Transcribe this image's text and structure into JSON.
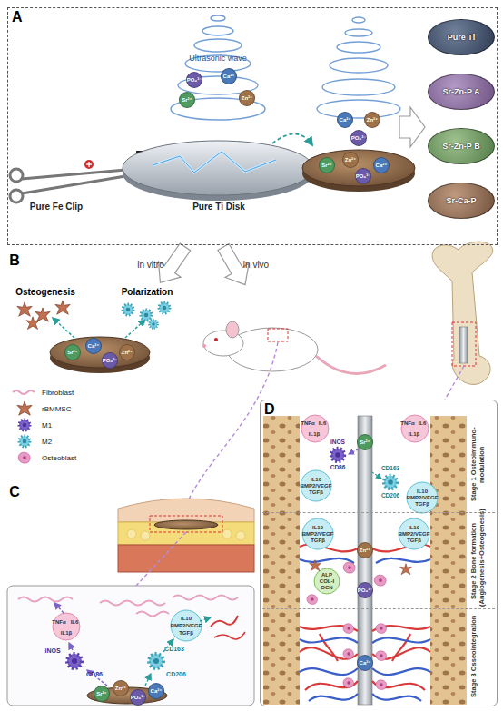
{
  "diagram": {
    "nodes": [
      {
        "text": [
          "A"
        ]
      },
      {
        "text": [
          "Pure Ti Disk"
        ],
        "in": 0
      },
      {
        "text": [
          "Pure Ti"
        ],
        "in": 0
      },
      {
        "text": [
          "Sr-Zn-P A"
        ],
        "in": 0
      },
      {
        "text": [
          "Sr-Zn-P B"
        ],
        "in": 0
      },
      {
        "text": [
          "Sr-Ca-P"
        ],
        "in": 0
      },
      {
        "text": [
          "D"
        ]
      },
      {
        "text": [
          "Stage 1 Osteoimmuno-modulation"
        ],
        "in": 6
      },
      {
        "text": [
          "Stage 2 Bone formation (Angiogenesis+Osteogenesis)"
        ],
        "in": 6
      },
      {
        "text": [
          "Stage 3 Osseointegration"
        ],
        "in": 6
      }
    ],
    "labels": [
      "Ultrasonic wave",
      "Pure Fe Clip",
      "PO₄³⁻",
      "Ca²⁺",
      "Sr²⁺",
      "Zn²⁺",
      "Ca²⁺",
      "Zn²⁺",
      "PO₄³⁻",
      "Sr²⁺",
      "Zn²⁺",
      "Ca²⁺",
      "PO₄³⁻",
      "B",
      "in vitro",
      "in vivo",
      "Osteogenesis",
      "Polarization",
      "Sr²⁺",
      "Ca²⁺",
      "Zn²⁺",
      "PO₄³⁻",
      "C",
      "TNFα",
      "IL6",
      "IL1β",
      "iNOS",
      "CD86",
      "CD163",
      "CD206",
      "IL10",
      "BMP2/VEGF",
      "TGFβ",
      "Sr²⁺",
      "Zn²⁺",
      "PO₄³⁻",
      "Ca²⁺",
      "TNFα",
      "IL6",
      "IL1β",
      "iNOS",
      "CD86",
      "TNFα",
      "IL6",
      "IL1β",
      "IL10",
      "BMP2/VEGF",
      "TGFβ",
      "CD163",
      "CD206",
      "IL10",
      "BMP2/VEGF",
      "TGFβ",
      "Sr²⁺",
      "Zn²⁺",
      "PO₄³⁻",
      "Ca²⁺",
      "IL10",
      "BMP2/VEGF",
      "TGFβ",
      "IL10",
      "BMP2/VEGF",
      "TGFβ",
      "ALP",
      "COL-I",
      "OCN"
    ],
    "legend": [
      {
        "text": "Fibroblast"
      },
      {
        "text": "rBMMSC"
      },
      {
        "text": "M1"
      },
      {
        "text": "M2"
      },
      {
        "text": "Osteoblast"
      }
    ]
  }
}
